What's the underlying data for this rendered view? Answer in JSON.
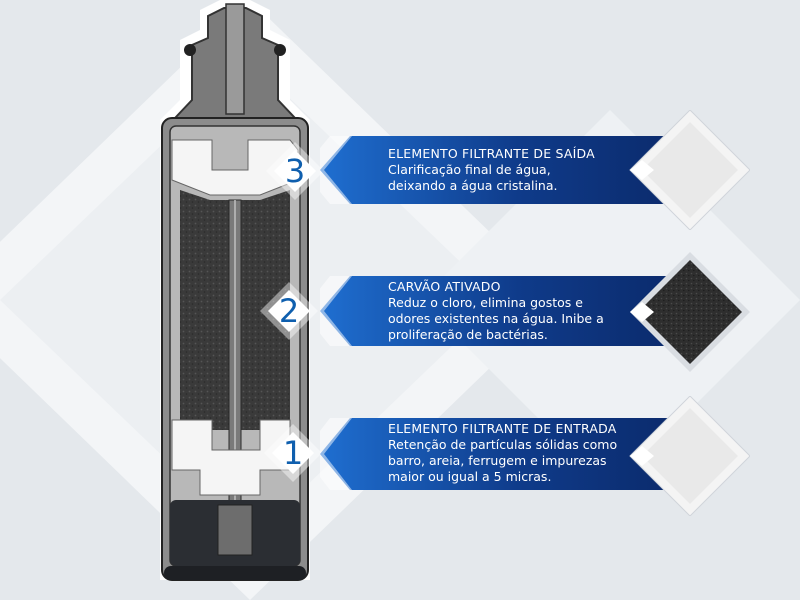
{
  "stages": [
    {
      "number": "3",
      "title": "ELEMENTO FILTRANTE DE SAÍDA",
      "lines": [
        "Clarificação final de água,",
        "deixando a água cristalina."
      ],
      "sample": "white-fiber-media"
    },
    {
      "number": "2",
      "title": "CARVÃO ATIVADO",
      "lines": [
        "Reduz o cloro, elimina gostos e",
        "odores existentes na água. Inibe a",
        "proliferação de bactérias."
      ],
      "sample": "activated-carbon-media"
    },
    {
      "number": "1",
      "title": "ELEMENTO FILTRANTE DE ENTRADA",
      "lines": [
        "Retenção de partículas sólidas como",
        "barro, areia, ferrugem e impurezas",
        "maior ou igual a 5 micras."
      ],
      "sample": "white-fiber-media"
    }
  ],
  "colors": {
    "banner_dark": "#0b2a6b",
    "banner_light": "#1f6fd1",
    "number": "#0f5fae",
    "background": "#e6e9ed"
  }
}
